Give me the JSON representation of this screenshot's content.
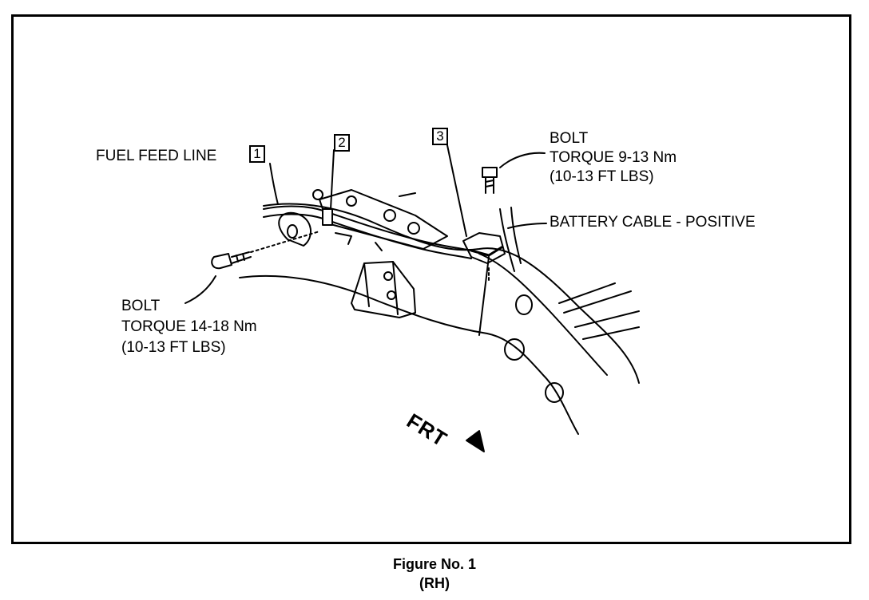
{
  "labels": {
    "fuel_feed_line": "FUEL FEED LINE",
    "callout_1": "1",
    "callout_2": "2",
    "callout_3": "3",
    "bolt_right_line1": "BOLT",
    "bolt_right_line2": "TORQUE 9-13 Nm",
    "bolt_right_line3": "(10-13 FT LBS)",
    "battery_cable": "BATTERY CABLE - POSITIVE",
    "bolt_left_line1": "BOLT",
    "bolt_left_line2": "TORQUE 14-18 Nm",
    "bolt_left_line3": "(10-13 FT LBS)",
    "frt": "FRT"
  },
  "caption": {
    "line1": "Figure No. 1",
    "line2": "(RH)"
  }
}
